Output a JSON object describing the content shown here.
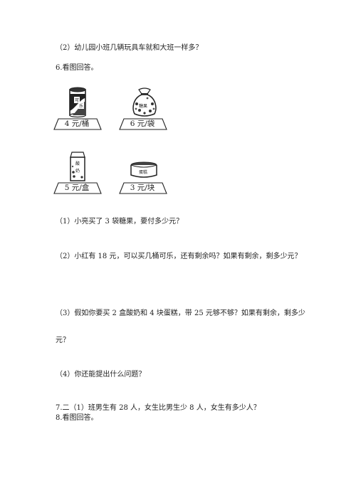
{
  "q5": {
    "sub2": "（2）幼儿园小班几辆玩具车就和大班一样多？"
  },
  "q6": {
    "heading": "6.看图回答。",
    "items": [
      {
        "name": "可乐",
        "icon": "cola-can-icon",
        "label": "4 元/桶",
        "tag_top": "可",
        "tag_bottom": "乐"
      },
      {
        "name": "糖果",
        "icon": "candy-bag-icon",
        "label": "6 元/袋",
        "tag": "糖果"
      },
      {
        "name": "酸奶",
        "icon": "yogurt-box-icon",
        "label": "5 元/盒",
        "tag_top": "酸",
        "tag_bottom": "奶"
      },
      {
        "name": "蛋糕",
        "icon": "cake-box-icon",
        "label": "3 元/块",
        "tag": "蛋糕"
      }
    ],
    "sub1": "（1）小亮买了 3 袋糖果，要付多少元？",
    "sub2": "（2）小红有 18 元，可以买几桶可乐，还有剩余吗？如果有剩余，剩多少元？",
    "sub3_line1": "（3）假如你要买 2 盒酸奶和 4 块蛋糕，带 25 元够不够？如果有剩余，剩多少",
    "sub3_line2": "元？",
    "sub4": "（4）你还能提出什么问题？"
  },
  "q7": {
    "text": "7.二（1）班男生有 28 人，女生比男生少 8 人，女生有多少人？"
  },
  "q8": {
    "heading": "8.看图回答。"
  }
}
